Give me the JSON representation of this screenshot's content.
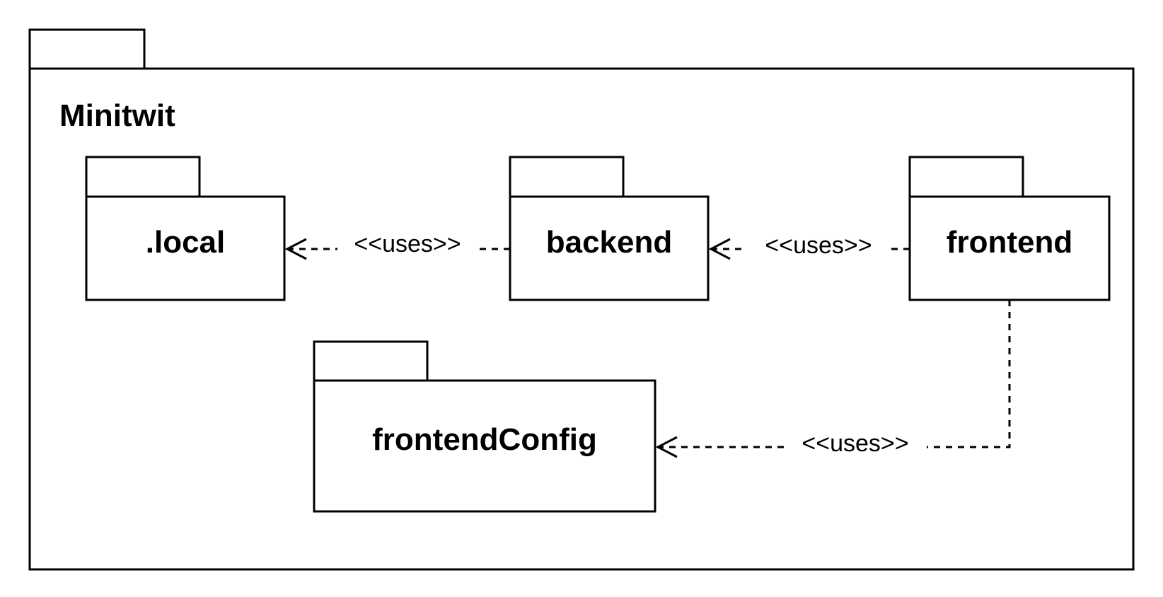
{
  "diagram": {
    "type": "uml-package-diagram",
    "outer_package": {
      "name": "Minitwit"
    },
    "packages": [
      {
        "id": "local",
        "name": ".local"
      },
      {
        "id": "backend",
        "name": "backend"
      },
      {
        "id": "frontend",
        "name": "frontend"
      },
      {
        "id": "frontendConfig",
        "name": "frontendConfig"
      }
    ],
    "dependencies": [
      {
        "id": "backend-local",
        "from": "backend",
        "to": "local",
        "label": "<<uses>>"
      },
      {
        "id": "frontend-backend",
        "from": "frontend",
        "to": "backend",
        "label": "<<uses>>"
      },
      {
        "id": "frontend-frontendConfig",
        "from": "frontend",
        "to": "frontendConfig",
        "label": "<<uses>>"
      }
    ]
  }
}
